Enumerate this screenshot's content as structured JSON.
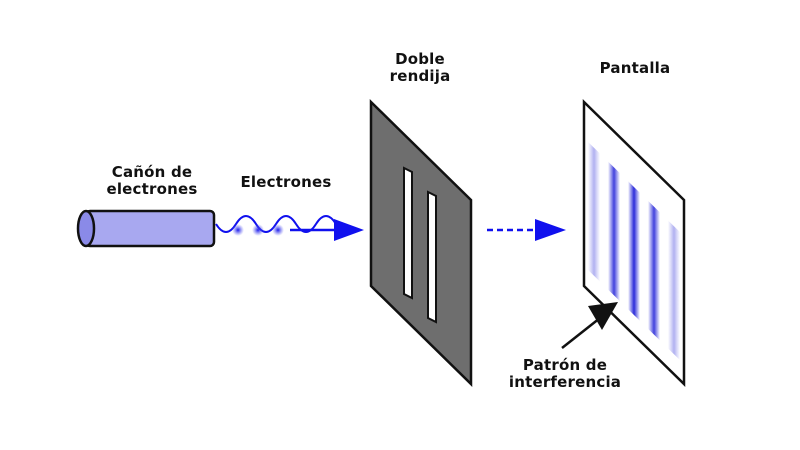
{
  "labels": {
    "gun": [
      "Cañón de",
      "electrones"
    ],
    "electrons": "Electrones",
    "slit": [
      "Doble",
      "rendija"
    ],
    "screen": "Pantalla",
    "pattern": [
      "Patrón de",
      "interferencia"
    ]
  },
  "colors": {
    "beam": "#1010ee",
    "gun_fill": "#a8a8f0",
    "gun_cap": "#8a8ae8",
    "slit_plate": "#6e6e6e",
    "fringe": "#2020d8"
  },
  "fringe_intensities": [
    0.35,
    0.85,
    0.95,
    0.85,
    0.35
  ]
}
